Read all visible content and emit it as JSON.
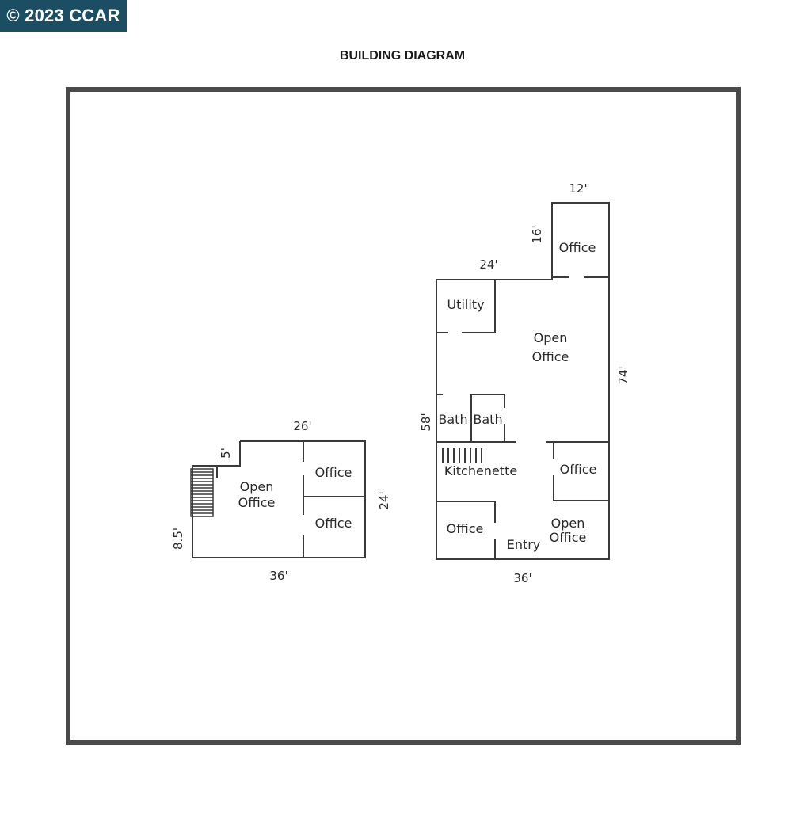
{
  "watermark": "© 2023 CCAR",
  "title": "BUILDING DIAGRAM",
  "left_building": {
    "rooms": {
      "open_office_line1": "Open",
      "open_office_line2": "Office",
      "office_top": "Office",
      "office_bottom": "Office"
    },
    "dimensions": {
      "top": "26'",
      "step": "5'",
      "left": "8.5'",
      "right": "24'",
      "bottom": "36'"
    }
  },
  "right_building": {
    "rooms": {
      "office_annex": "Office",
      "utility": "Utility",
      "open_office_line1": "Open",
      "open_office_line2": "Office",
      "bath_1": "Bath",
      "bath_2": "Bath",
      "kitchenette": "Kitchenette",
      "office_right": "Office",
      "office_bottom_left": "Office",
      "entry": "Entry",
      "open_office_bottom_line1": "Open",
      "open_office_bottom_line2": "Office"
    },
    "dimensions": {
      "annex_top": "12'",
      "annex_side": "16'",
      "top": "24'",
      "right": "74'",
      "left": "58'",
      "bottom": "36'"
    }
  },
  "colors": {
    "badge_bg": "#1c4e63",
    "line": "#3a3a3a",
    "frame": "#4a4a4a"
  }
}
